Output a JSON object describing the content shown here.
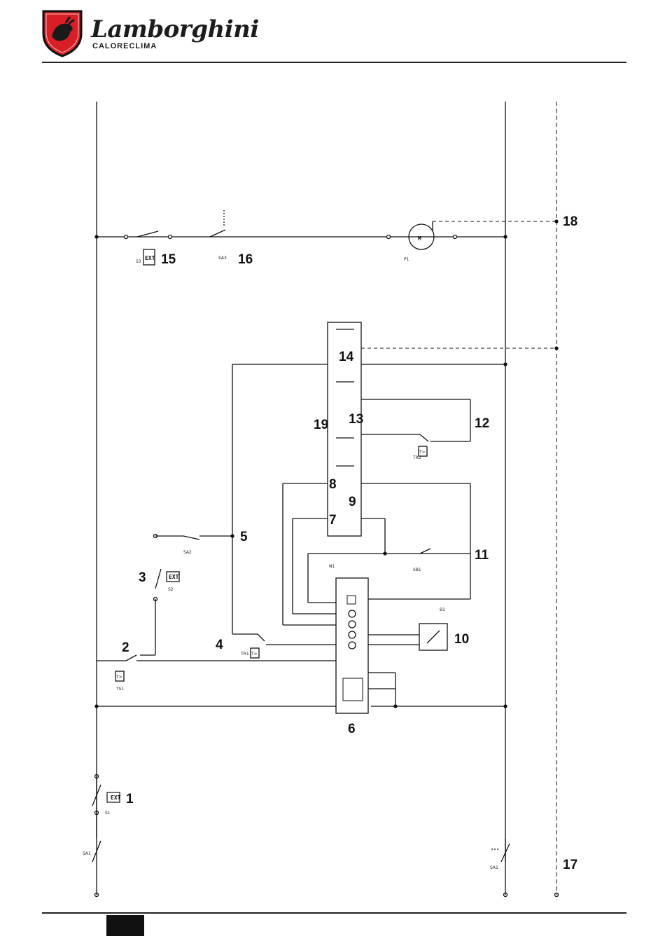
{
  "header": {
    "brand_name": "Lamborghini",
    "brand_sub": "CALORECLIMA"
  },
  "diagram": {
    "callouts": [
      "1",
      "2",
      "3",
      "4",
      "5",
      "6",
      "7",
      "8",
      "9",
      "10",
      "11",
      "12",
      "13",
      "14",
      "15",
      "16",
      "17",
      "18",
      "19"
    ],
    "components": {
      "s1": "S1",
      "s2": "S2",
      "s3": "S3",
      "sa1": "SA1",
      "sa1b": "SA1",
      "sa2": "SA2",
      "sa3": "SA3",
      "ts1": "TS1",
      "tr1": "TR1",
      "tr2": "TR2",
      "sb1": "SB1",
      "n1": "N1",
      "b1": "B1",
      "p1": "P1"
    },
    "ext_label": "EXT",
    "t_label": "T>",
    "motor_label": "M"
  },
  "colors": {
    "logo_red": "#d81f26",
    "line": "#111111"
  }
}
